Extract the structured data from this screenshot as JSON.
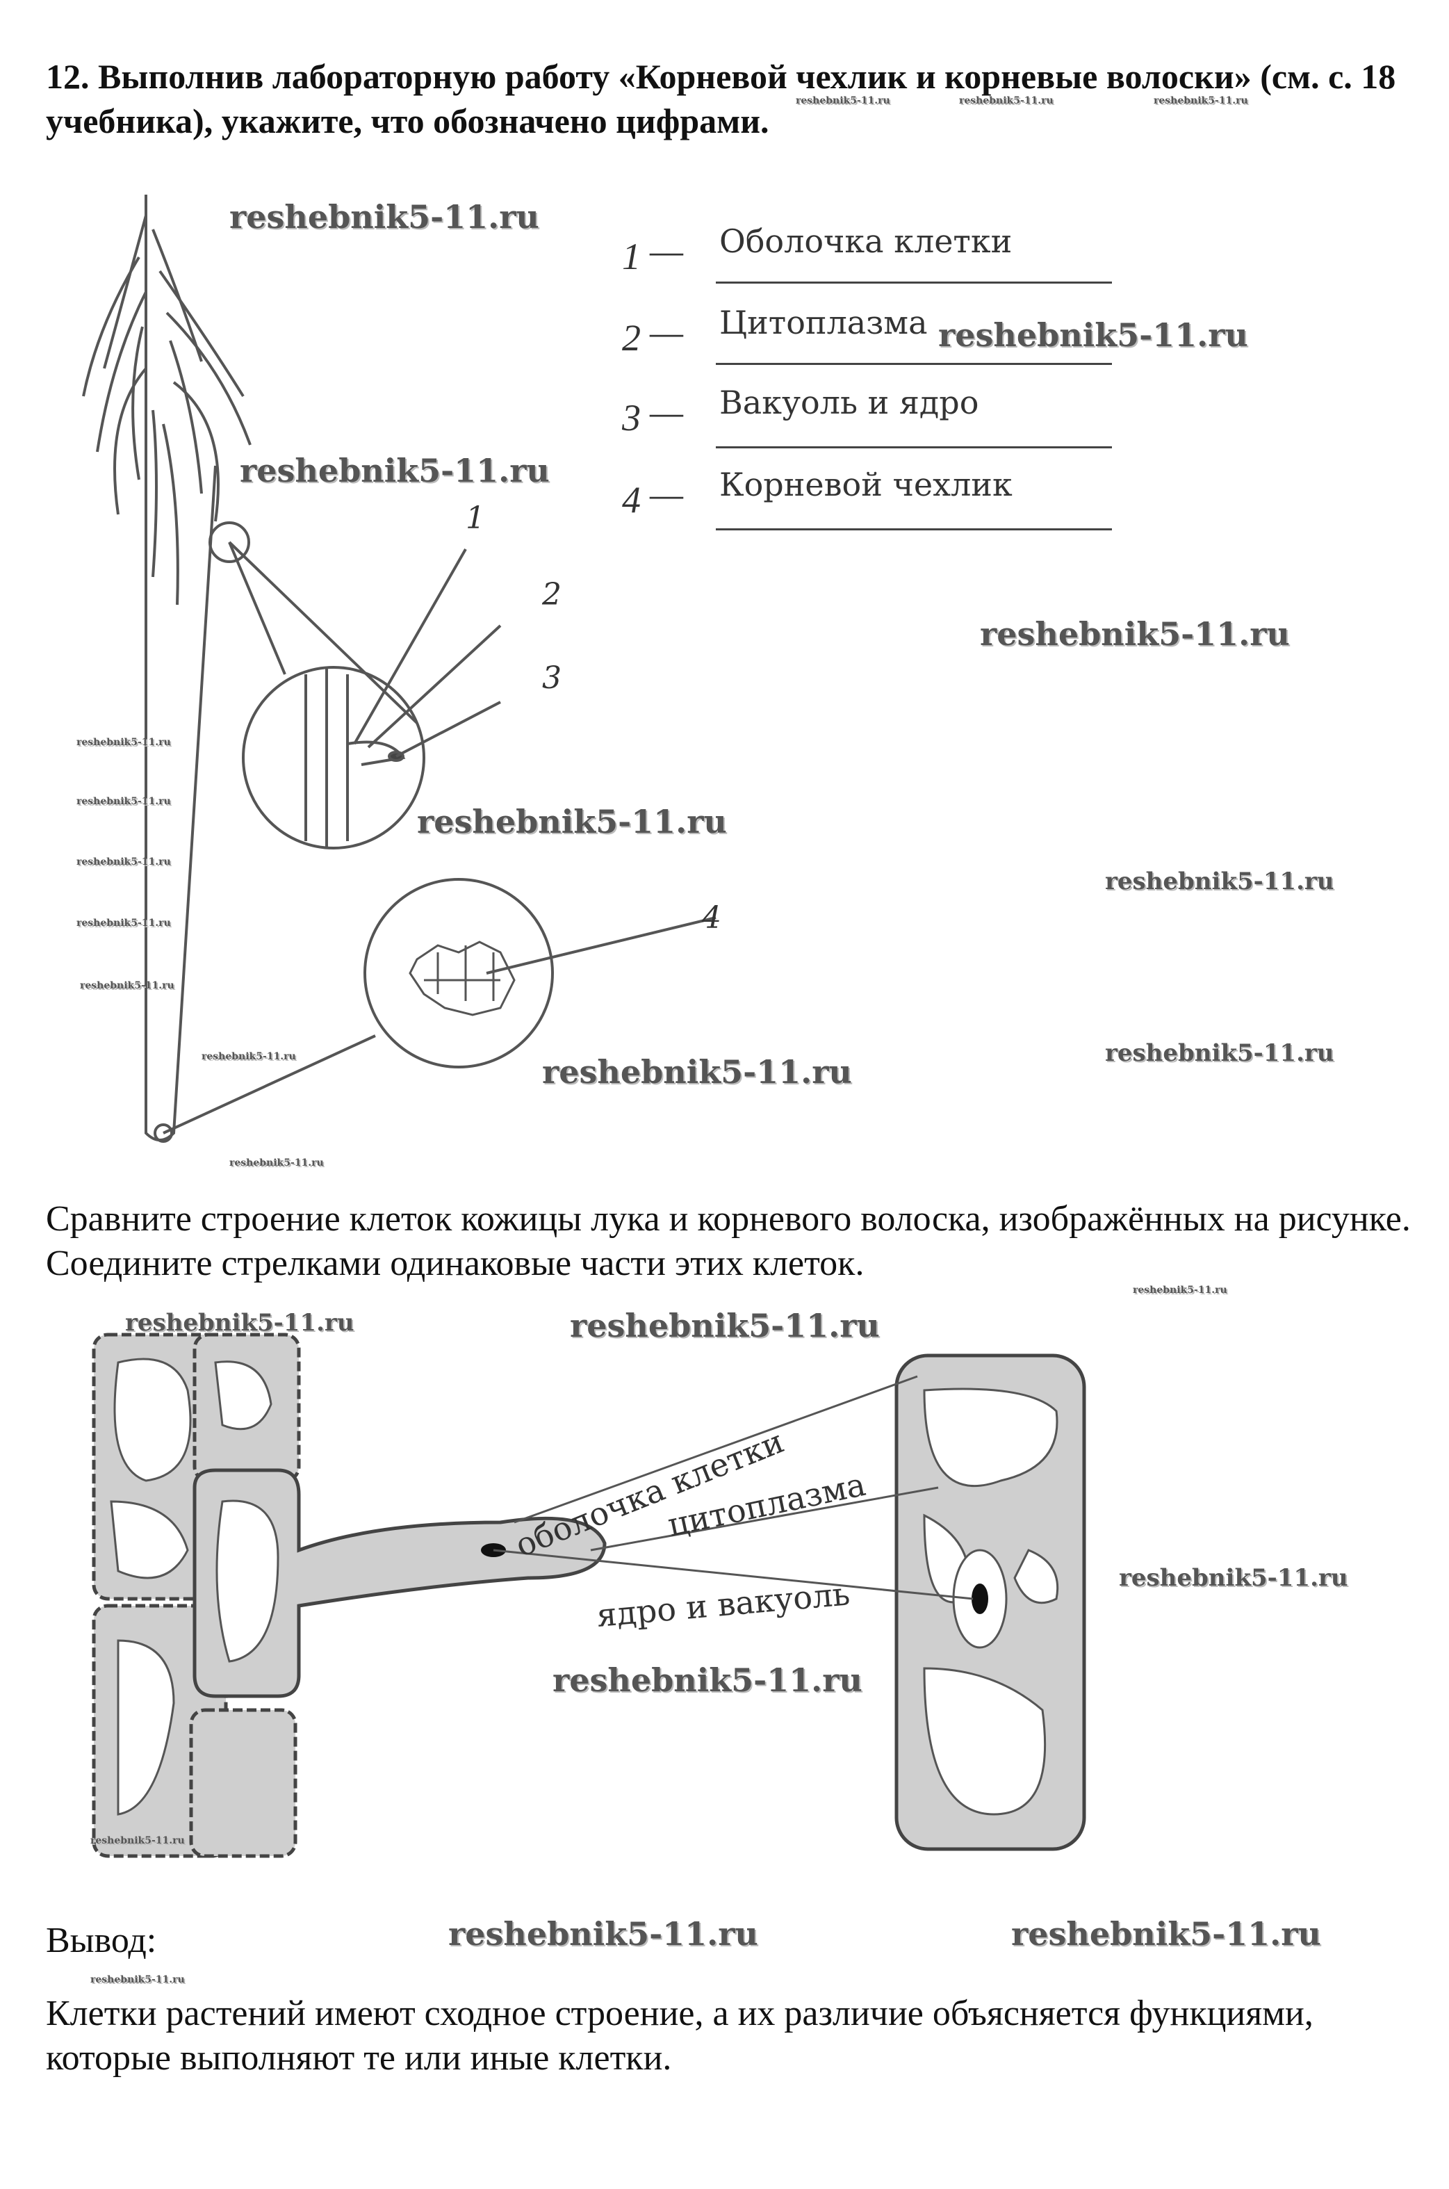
{
  "task": {
    "title": "12. Выполнив лабораторную работу «Корневой чехлик и корневые волоски» (см. с. 18 учебника), укажите, что обозначено цифрами."
  },
  "answers": [
    {
      "num": "1",
      "text": "Оболочка клетки"
    },
    {
      "num": "2",
      "text": "Цитоплазма"
    },
    {
      "num": "3",
      "text": "Вакуоль и ядро"
    },
    {
      "num": "4",
      "text": "Корневой чехлик"
    }
  ],
  "diagram1": {
    "callouts": [
      "1",
      "2",
      "3",
      "4"
    ]
  },
  "compare": {
    "text": "Сравните строение клеток кожицы лука и корневого волоска, изображённых на рисунке. Соедините стрелками одинаковые части этих клеток."
  },
  "diagram2": {
    "labels": [
      "оболочка клетки",
      "цитоплазма",
      "ядро и вакуоль"
    ]
  },
  "conclusion": {
    "heading": "Вывод:",
    "text": "Клетки растений имеют сходное строение, а их различие объясняется функциями, которые выполняют те или иные клетки."
  },
  "watermark": "reshebnik5-11.ru"
}
